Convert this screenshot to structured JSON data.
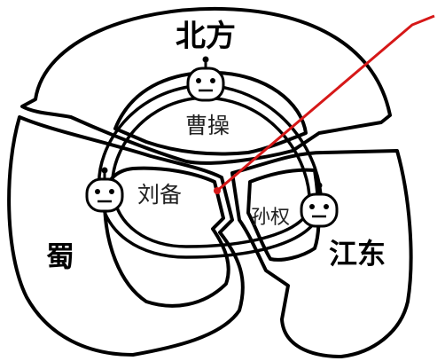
{
  "regions": {
    "north": "北方",
    "shu": "蜀",
    "jiangdong": "江东"
  },
  "people": {
    "cao_cao": "曹操",
    "liu_bei": "刘备",
    "sun_quan": "孙权"
  },
  "colors": {
    "outline": "#000000",
    "pointer": "#d61818",
    "background": "#ffffff"
  },
  "icons": [
    "person-head-icon",
    "person-head-icon",
    "person-head-icon"
  ]
}
